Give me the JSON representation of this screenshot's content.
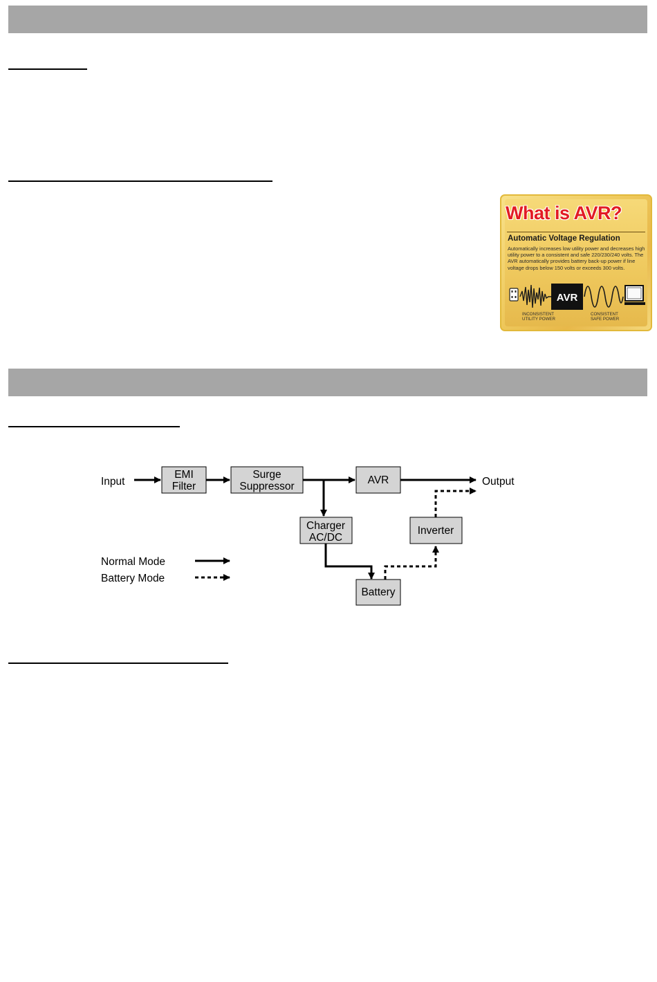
{
  "avr_badge": {
    "title": "What is AVR?",
    "subtitle": "Automatic Voltage Regulation",
    "description": "Automatically increases low utility power and decreases high utility power to a consistent and safe 220/230/240 volts. The AVR automatically provides battery back-up power if line voltage drops below 150 volts or exceeds 300 volts.",
    "logo_text": "AVR",
    "caption_left_line1": "INCONSISTENT",
    "caption_left_line2": "UTILITY POWER",
    "caption_right_line1": "CONSISTENT",
    "caption_right_line2": "SAFE POWER",
    "icons": [
      "outlet-icon",
      "monitor-icon"
    ]
  },
  "diagram": {
    "input": "Input",
    "output": "Output",
    "emi_line1": "EMI",
    "emi_line2": "Filter",
    "surge_line1": "Surge",
    "surge_line2": "Suppressor",
    "avr": "AVR",
    "charger_line1": "Charger",
    "charger_line2": "AC/DC",
    "inverter": "Inverter",
    "battery": "Battery",
    "legend_normal": "Normal Mode",
    "legend_battery": "Battery Mode"
  },
  "colors": {
    "section_band": "#a6a6a6",
    "block_fill": "#d4d4d4",
    "avr_title": "#e21b23",
    "badge_gold": "#efc95e"
  }
}
